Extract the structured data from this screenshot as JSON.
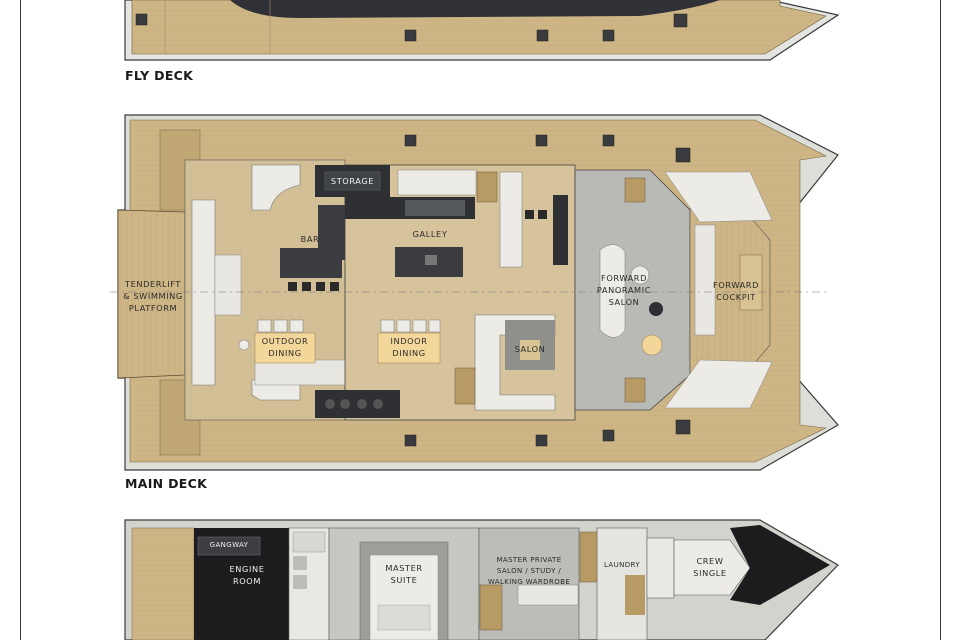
{
  "decks": {
    "fly": {
      "title": "FLY DECK"
    },
    "main": {
      "title": "MAIN DECK",
      "rooms": {
        "storage": "STORAGE",
        "bar": "BAR",
        "galley": "GALLEY",
        "tenderlift": "TENDERLIFT\n& SWIMMING\nPLATFORM",
        "outdoor_dining": "OUTDOOR\nDINING",
        "indoor_dining": "INDOOR\nDINING",
        "salon": "SALON",
        "forward_salon": "FORWARD\nPANORAMIC\nSALON",
        "forward_cockpit": "FORWARD\nCOCKPIT"
      }
    },
    "lower": {
      "rooms": {
        "gangway": "GANGWAY",
        "engine_room": "ENGINE\nROOM",
        "master_suite": "MASTER\nSUITE",
        "master_private": "MASTER PRIVATE\nSALON / STUDY /\nWALKING WARDROBE",
        "laundry": "LAUNDRY",
        "crew_single": "CREW\nSINGLE"
      }
    }
  },
  "colors": {
    "deck_wood": "#cdb585",
    "deck_wood_dark": "#b89a64",
    "interior_floor": "#d6c39c",
    "forward_floor": "#b9b9b6",
    "hull_outline": "#3a3a3a",
    "counter_dark": "#2e3033",
    "furniture_light": "#ecebe6",
    "table_accent": "#f3d79a",
    "lower_floor": "#c6c6c2"
  }
}
